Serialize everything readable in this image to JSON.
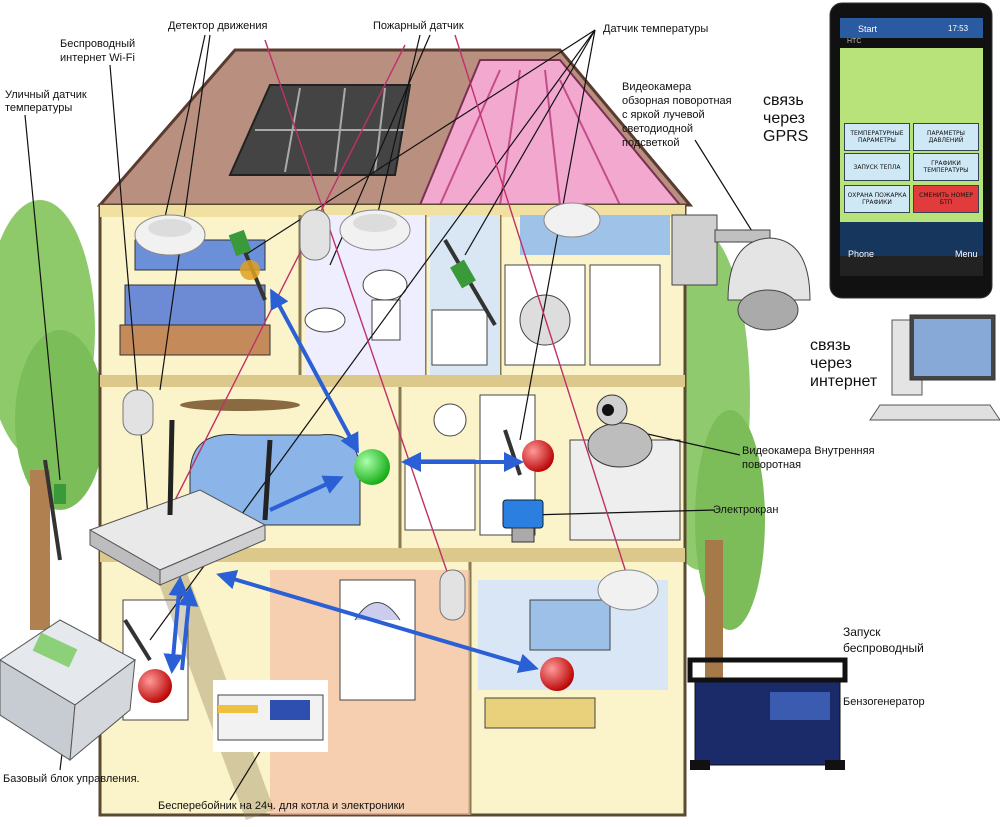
{
  "labels": {
    "motion_detector": "Детектор движения",
    "fire_sensor": "Пожарный датчик",
    "temperature_sensor": "Датчик температуры",
    "wifi_line1": "Беспроводный",
    "wifi_line2": "интернет Wi-Fi",
    "outdoor_line1": "Уличный датчик",
    "outdoor_line2": "температуры",
    "camera_outdoor_line1": "Видеокамера",
    "camera_outdoor_line2": "обзорная поворотная",
    "camera_outdoor_line3": "с яркой лучевой",
    "camera_outdoor_line4": "светодиодной",
    "camera_outdoor_line5": "подсветкой",
    "gprs_line1": "связь",
    "gprs_line2": "через",
    "gprs_line3": "GPRS",
    "internet_line1": "связь",
    "internet_line2": "через",
    "internet_line3": "интернет",
    "camera_indoor_line1": "Видеокамера Внутренняя",
    "camera_indoor_line2": "поворотная",
    "valve": "Электрокран",
    "launch_line1": "Запуск",
    "launch_line2": "беспроводный",
    "generator": "Бензогенератор",
    "base_unit": "Базовый блок управления.",
    "ups": "Бесперебойник на 24ч. для котла и электроники"
  },
  "phone": {
    "status": "Start",
    "time": "17:53",
    "brand": "HTC",
    "softkey_left": "Phone",
    "softkey_right": "Menu",
    "buttons": [
      {
        "text": "ТЕМПЕРАТУРНЫЕ ПАРАМЕТРЫ",
        "color": "#cfe8f5"
      },
      {
        "text": "ПАРАМЕТРЫ ДАВЛЕНИЙ",
        "color": "#cfe8f5"
      },
      {
        "text": "ЗАПУСК ТЕПЛА",
        "color": "#cfe8f5"
      },
      {
        "text": "ГРАФИКИ ТЕМПЕРАТУРЫ",
        "color": "#cfe8f5"
      },
      {
        "text": "ОХРАНА ПОЖАРКА ГРАФИКИ",
        "color": "#cfe8f5"
      },
      {
        "text": "СМЕНИТЬ НОМЕР БТП",
        "color": "#e23b3b"
      }
    ]
  },
  "colors": {
    "link_arrow": "#2a5fd6",
    "hub_active": "#22cc22",
    "alarm_node": "#e01818",
    "sensor_line": "#c0306a"
  }
}
